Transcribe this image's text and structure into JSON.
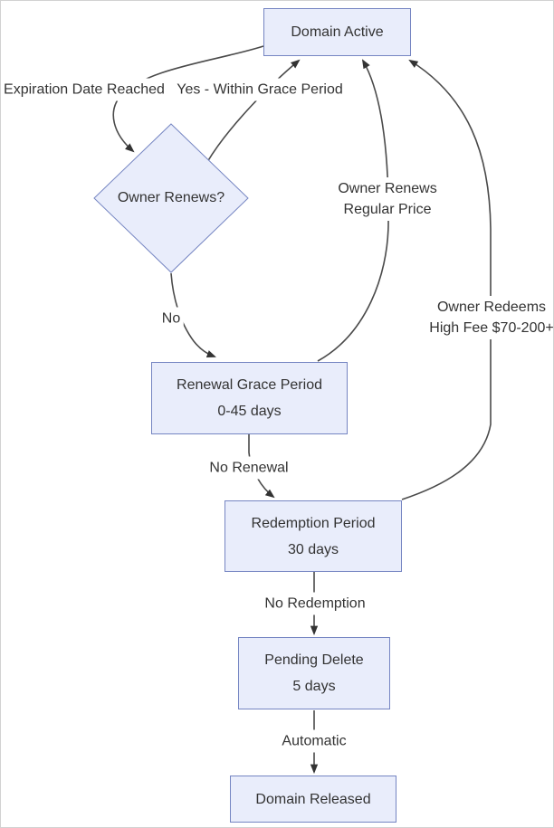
{
  "colors": {
    "node_fill": "#e9edfb",
    "node_border": "#7585c2",
    "edge_line": "#4a4a4a",
    "arrowhead": "#333333",
    "text": "#333333",
    "canvas_border": "#d2d2d2",
    "background": "#ffffff"
  },
  "nodes": {
    "domain_active": {
      "label": "Domain Active"
    },
    "owner_renews": {
      "label": "Owner Renews?"
    },
    "renewal_grace": {
      "label": "Renewal Grace Period",
      "sublabel": "0-45 days"
    },
    "redemption": {
      "label": "Redemption Period",
      "sublabel": "30 days"
    },
    "pending_delete": {
      "label": "Pending Delete",
      "sublabel": "5 days"
    },
    "domain_released": {
      "label": "Domain Released"
    }
  },
  "edge_labels": {
    "expiration": "Expiration Date Reached",
    "yes_grace": "Yes - Within Grace Period",
    "owner_renews_line1": "Owner Renews",
    "owner_renews_line2": "Regular Price",
    "owner_redeems_line1": "Owner Redeems",
    "owner_redeems_line2": "High Fee $70-200+",
    "no": "No",
    "no_renewal": "No Renewal",
    "no_redemption": "No Redemption",
    "automatic": "Automatic"
  },
  "connections": [
    {
      "from": "Domain Active",
      "to": "Owner Renews?",
      "label": "Expiration Date Reached"
    },
    {
      "from": "Owner Renews?",
      "to": "Domain Active",
      "label": "Yes - Within Grace Period"
    },
    {
      "from": "Owner Renews?",
      "to": "Renewal Grace Period",
      "label": "No"
    },
    {
      "from": "Renewal Grace Period",
      "to": "Domain Active",
      "label": "Owner Renews Regular Price"
    },
    {
      "from": "Renewal Grace Period",
      "to": "Redemption Period",
      "label": "No Renewal"
    },
    {
      "from": "Redemption Period",
      "to": "Domain Active",
      "label": "Owner Redeems High Fee $70-200+"
    },
    {
      "from": "Redemption Period",
      "to": "Pending Delete",
      "label": "No Redemption"
    },
    {
      "from": "Pending Delete",
      "to": "Domain Released",
      "label": "Automatic"
    }
  ]
}
